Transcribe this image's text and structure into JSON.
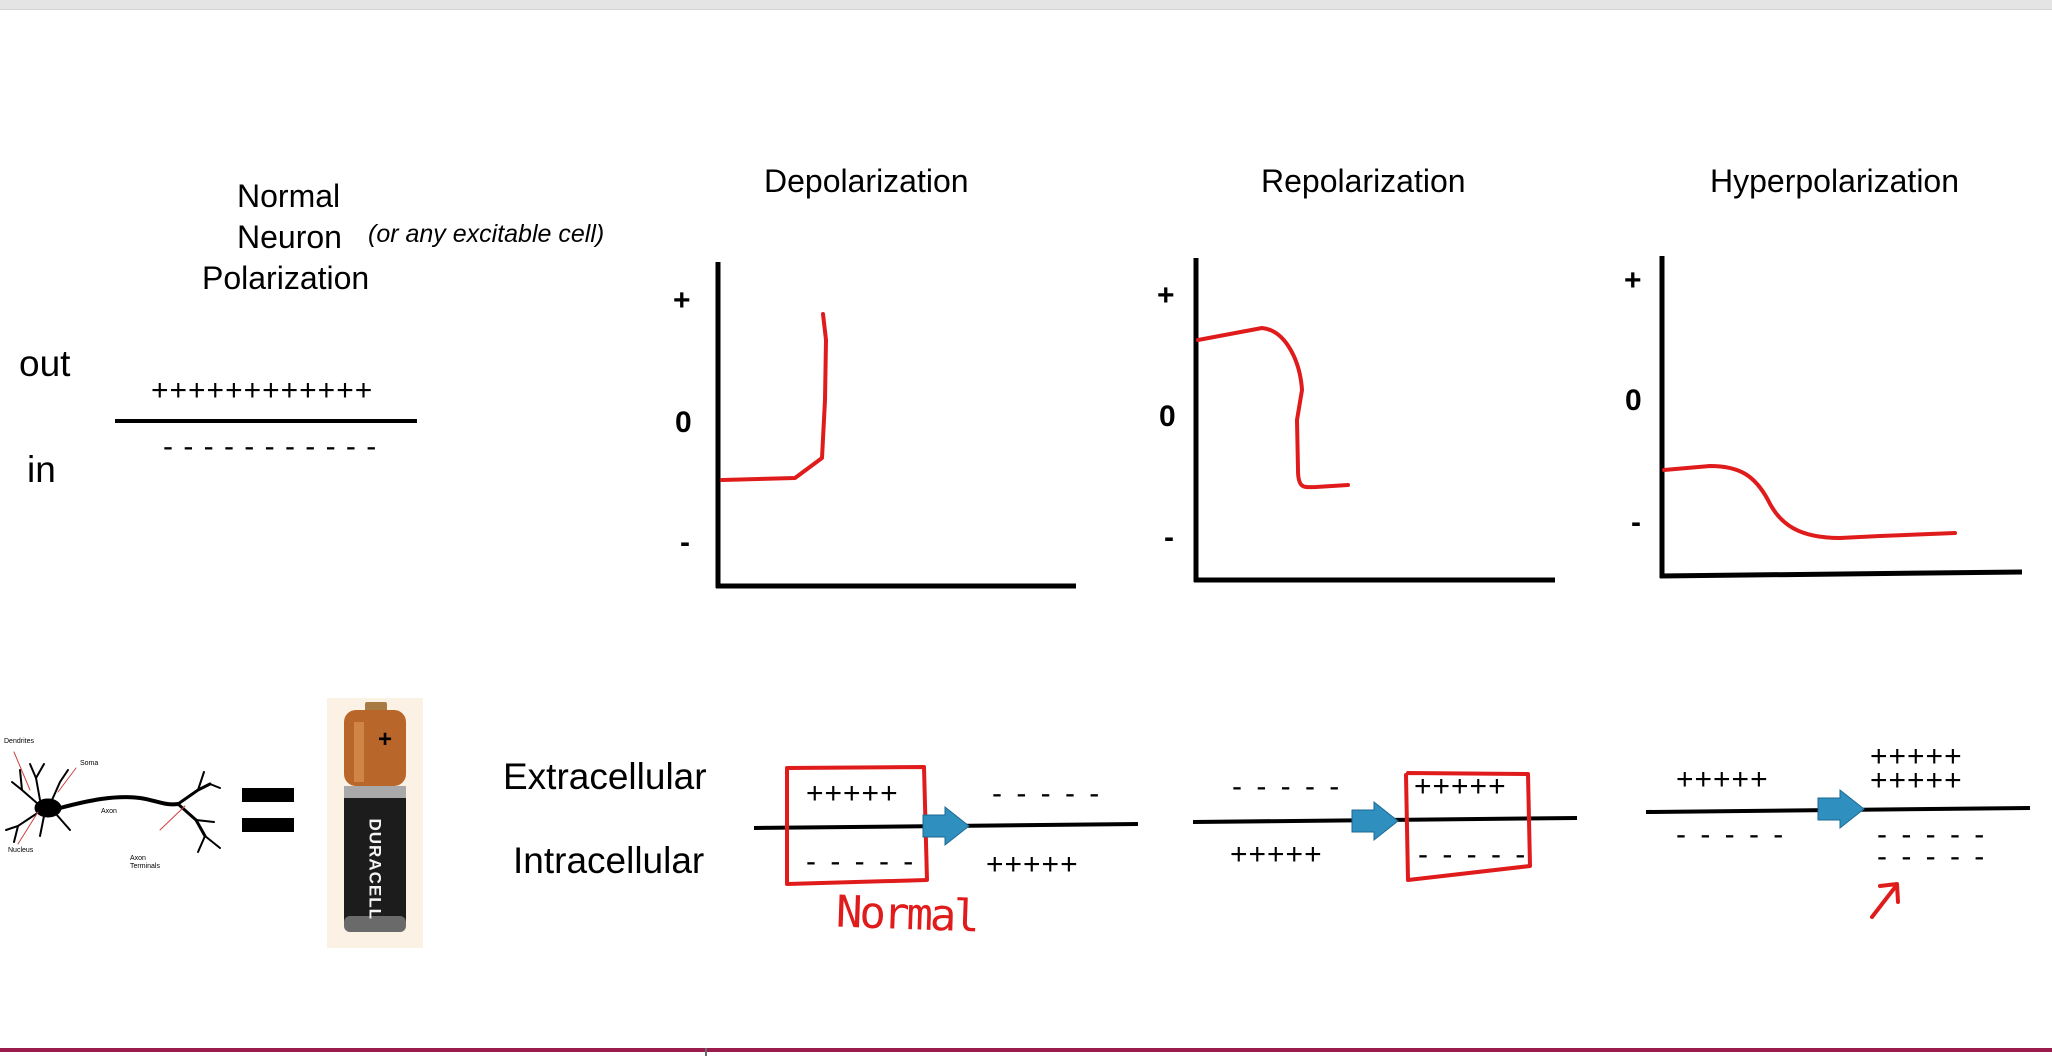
{
  "left_panel": {
    "title_lines": [
      "Normal",
      "Neuron",
      "Polarization"
    ],
    "note": "(or any excitable cell)",
    "out_label": "out",
    "in_label": "in",
    "outside_charges": "++++++++++++",
    "inside_charges": "- - - - - - - - - - -"
  },
  "graphs": [
    {
      "title": "Depolarization",
      "plus": "+",
      "zero": "0",
      "minus": "-"
    },
    {
      "title": "Repolarization",
      "plus": "+",
      "zero": "0",
      "minus": "-"
    },
    {
      "title": "Hyperpolarization",
      "plus": "+",
      "zero": "0",
      "minus": "-"
    }
  ],
  "bottom": {
    "equals": "=",
    "battery_plus": "+",
    "battery_brand": "DURACELL",
    "neuron_labels": [
      "Dendrites",
      "Soma",
      "Axon",
      "Nucleus",
      "Axon Terminals"
    ],
    "extracellular_label": "Extracellular",
    "intracellular_label": "Intracellular",
    "diagram1": {
      "top_left": "+++++",
      "top_right": "- - - - -",
      "bottom_left": "- - - - -",
      "bottom_right": "+++++",
      "annotation": "Normal"
    },
    "diagram2": {
      "top_left": "- - - - -",
      "top_right": "+++++",
      "bottom_left": "+++++",
      "bottom_right": "- - - - -"
    },
    "diagram3": {
      "top_left": "+++++",
      "top_right_1": "+++++",
      "top_right_2": "+++++",
      "bottom_left": "- - - - -",
      "bottom_right_1": "- - - - -",
      "bottom_right_2": "- - - - -"
    }
  },
  "colors": {
    "ink": "#000000",
    "annotation_red": "#e01b1b",
    "arrow_blue": "#2f8fbf",
    "frame_bar": "#9b1b4d"
  }
}
